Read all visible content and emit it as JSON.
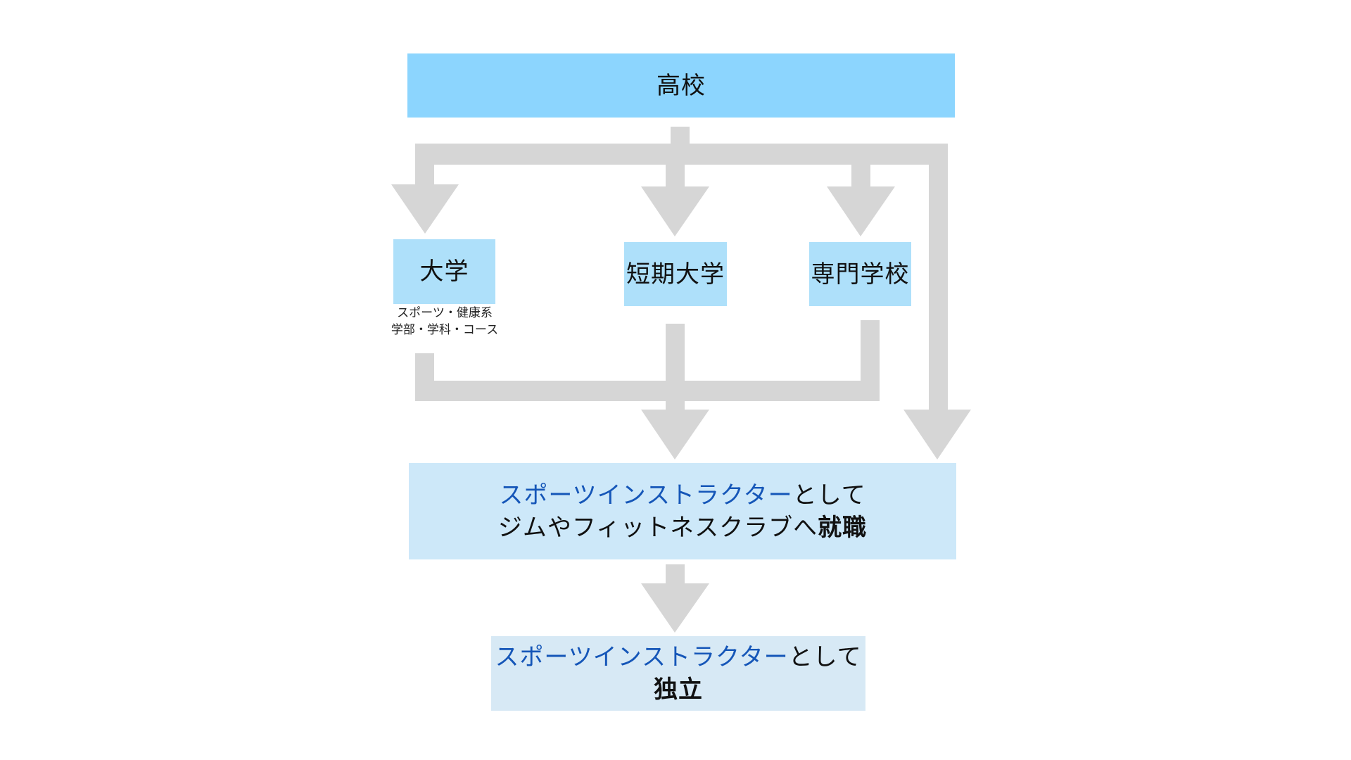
{
  "colors": {
    "arrow": "#d6d6d6",
    "box_top": "#8cd5fe",
    "box_mid": "#aee0fa",
    "box_job": "#cde8f9",
    "box_independent": "#d7e9f5",
    "highlight_text": "#1556b8",
    "text": "#111111"
  },
  "nodes": {
    "high_school": "高校",
    "university": "大学",
    "junior_college": "短期大学",
    "vocational_school": "専門学校",
    "university_note": {
      "line1": "スポーツ・健康系",
      "line2": "学部・学科・コース"
    },
    "employment": {
      "role": "スポーツインストラクター",
      "as": "として",
      "line2_prefix": "ジムやフィットネスクラブへ",
      "line2_strong": "就職"
    },
    "independence": {
      "role": "スポーツインストラクター",
      "as": "として",
      "line2_strong": "独立"
    }
  }
}
